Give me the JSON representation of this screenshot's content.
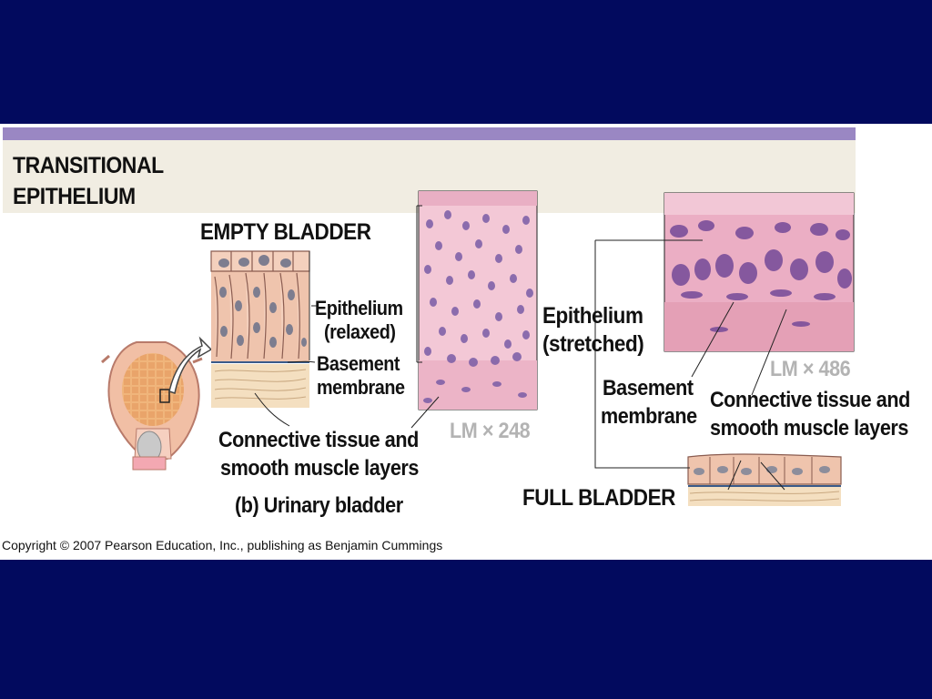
{
  "header": {
    "title_line1": "TRANSITIONAL",
    "title_line2": "EPITHELIUM"
  },
  "empty_bladder": {
    "heading": "EMPTY BLADDER",
    "epithelium_line1": "Epithelium",
    "epithelium_line2": "(relaxed)",
    "basement_line1": "Basement",
    "basement_line2": "membrane",
    "connective_line1": "Connective tissue and",
    "connective_line2": "smooth muscle layers",
    "magnification": "LM × 248"
  },
  "full_bladder": {
    "heading": "FULL BLADDER",
    "epithelium_line1": "Epithelium",
    "epithelium_line2": "(stretched)",
    "basement_line1": "Basement",
    "basement_line2": "membrane",
    "connective_line1": "Connective tissue and",
    "connective_line2": "smooth muscle layers",
    "magnification": "LM × 486"
  },
  "caption": "(b) Urinary bladder",
  "copyright": "Copyright © 2007 Pearson Education, Inc., publishing as Benjamin Cummings",
  "colors": {
    "slide_background": "#020a5e",
    "band": "#9a87c3",
    "title_bar": "#f1ede2",
    "tissue_pink": "#f2b9c6",
    "nucleus": "#5e3f8f"
  }
}
